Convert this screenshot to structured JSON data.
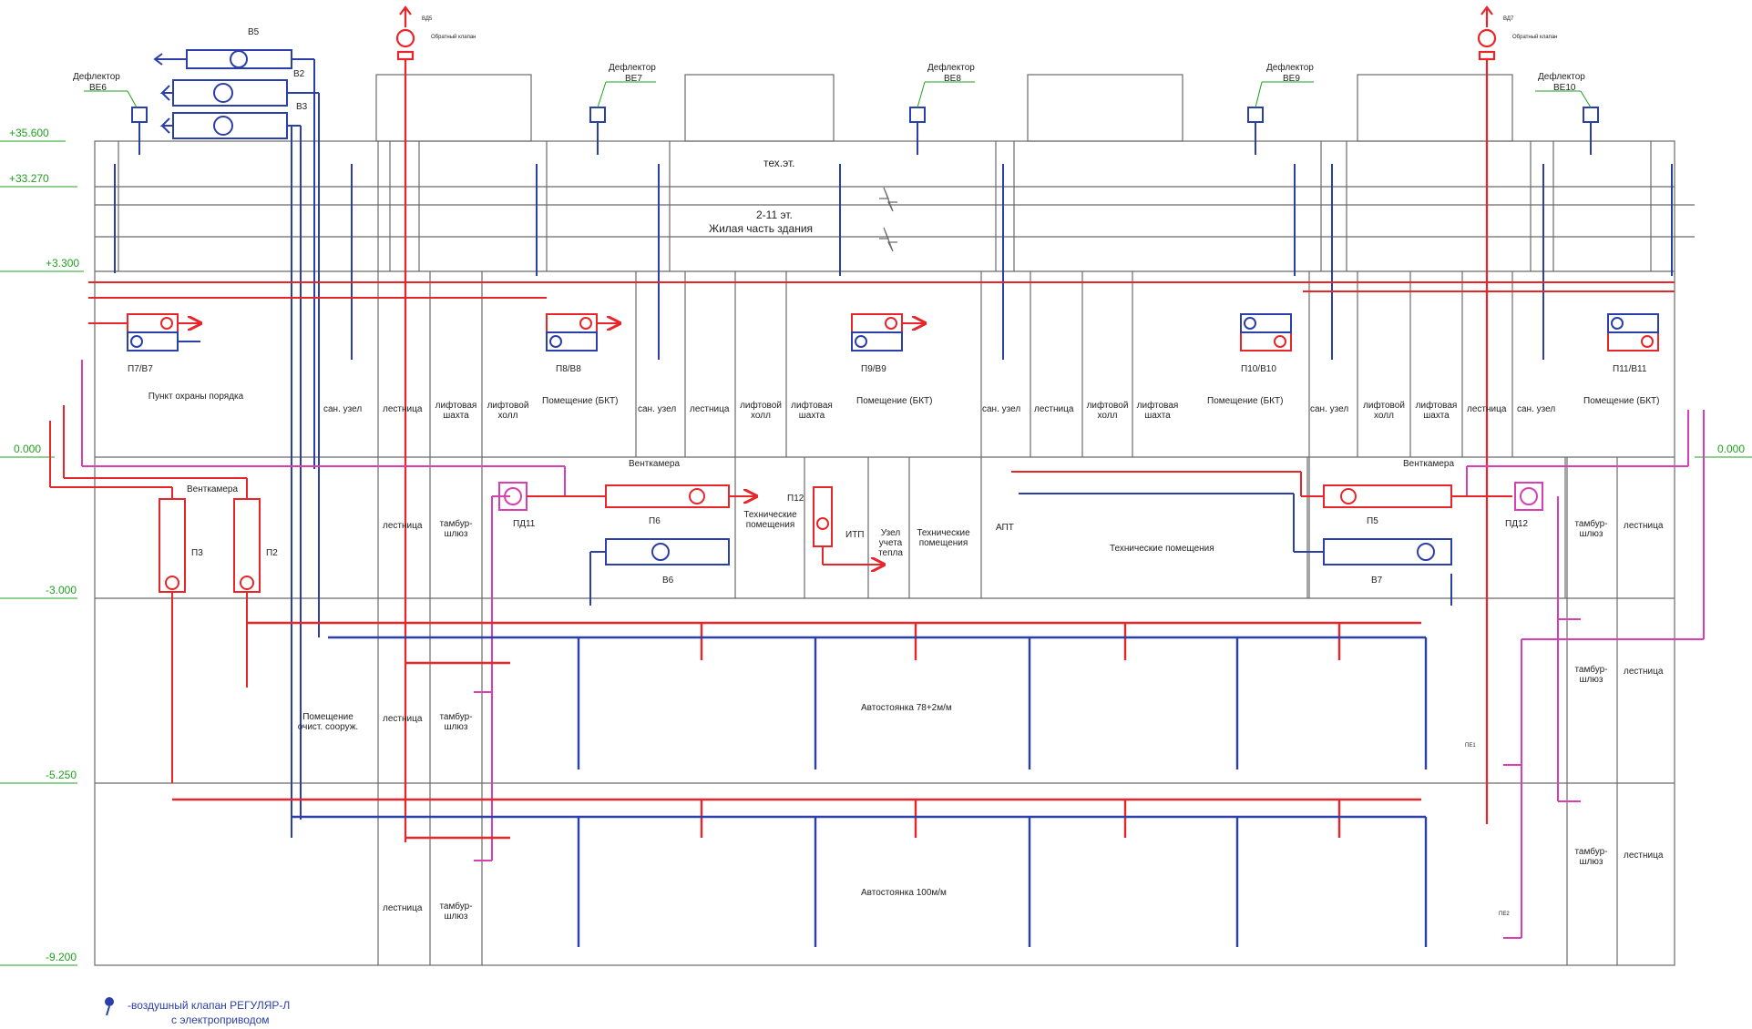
{
  "levels": [
    {
      "label": "+35.600"
    },
    {
      "label": "+33.270"
    },
    {
      "label": "+3.300"
    },
    {
      "label": "0.000"
    },
    {
      "label": "0.000"
    },
    {
      "label": "-3.000"
    },
    {
      "label": "-5.250"
    },
    {
      "label": "-9.200"
    }
  ],
  "deflectors": [
    {
      "title": "Дефлектор",
      "id": "ВЕ6"
    },
    {
      "title": "Дефлектор",
      "id": "ВЕ7"
    },
    {
      "title": "Дефлектор",
      "id": "ВЕ8"
    },
    {
      "title": "Дефлектор",
      "id": "ВЕ9"
    },
    {
      "title": "Дефлектор",
      "id": "ВЕ10"
    }
  ],
  "smoke_fans": [
    {
      "id": "ВД5",
      "valve": "Обратный клапан"
    },
    {
      "id": "ВД7",
      "valve": "Обратный клапан"
    }
  ],
  "roof_units": [
    "В5",
    "В2",
    "В3"
  ],
  "labels": {
    "tech_floor": "тех.эт.",
    "floors": "2-11 эт.",
    "residential": "Жилая часть здания",
    "ventchamber_left": "Венткамера",
    "ventchamber_mid": "Венткамера",
    "ventchamber_right": "Венткамера",
    "parking_upper": "Автостоянка 78+2м/м",
    "parking_lower": "Автостоянка 100м/м",
    "pe1": "ПЕ1",
    "pe2": "ПЕ2"
  },
  "ground_units": [
    {
      "label": "П7/В7",
      "room": "Пункт охраны порядка"
    },
    {
      "label": "П8/В8",
      "room": "Помещение (БКТ)"
    },
    {
      "label": "П9/В9",
      "room": "Помещение (БКТ)"
    },
    {
      "label": "П10/В10",
      "room": "Помещение (БКТ)"
    },
    {
      "label": "П11/В11",
      "room": "Помещение (БКТ)"
    }
  ],
  "ground_rooms": {
    "san1": "сан. узел",
    "stair1": "лестница",
    "liftshaft1": "лифтовая шахта",
    "lifthall1": "лифтовой холл",
    "san2": "сан. узел",
    "stair2": "лестница",
    "lifthall2": "лифтовой холл",
    "liftshaft2": "лифтовая шахта",
    "san3": "сан. узел",
    "stair3": "лестница",
    "lifthall3": "лифтовой холл",
    "liftshaft3": "лифтовая шахта",
    "san4": "сан. узел",
    "lifthall4": "лифтовой холл",
    "liftshaft4": "лифтовая шахта",
    "stair4": "лестница",
    "san5": "сан. узел"
  },
  "basement1": {
    "stair_a": "лестница",
    "tambur_a": "тамбур-шлюз",
    "pd11": "ПД11",
    "p6": "П6",
    "b6": "В6",
    "tech_a": "Технические помещения",
    "p12": "П12",
    "itp": "ИТП",
    "heat_meter": "Узел учета тепла",
    "tech_b": "Технические помещения",
    "apt": "АПТ",
    "tech_c": "Технические помещения",
    "p5": "П5",
    "b7": "В7",
    "pd12": "ПД12",
    "tambur_b": "тамбур-шлюз",
    "stair_b": "лестница",
    "p3": "П3",
    "p2": "П2"
  },
  "basement2": {
    "treatment": "Помещение очист. сооруж.",
    "stair_a": "лестница",
    "tambur_a": "тамбур-шлюз",
    "tambur_b": "тамбур-шлюз",
    "stair_b": "лестница"
  },
  "basement3": {
    "stair_a": "лестница",
    "tambur_a": "тамбур-шлюз",
    "tambur_b": "тамбур-шлюз",
    "stair_b": "лестница"
  },
  "legend": {
    "line1": "-воздушный клапан РЕГУЛЯР-Л",
    "line2": "с электроприводом"
  },
  "colors": {
    "supply": "#e8262a",
    "exhaust": "#2b3fa8",
    "smoke": "#d93fb0",
    "level": "#1fa01f",
    "wall": "#6a6a6a"
  }
}
